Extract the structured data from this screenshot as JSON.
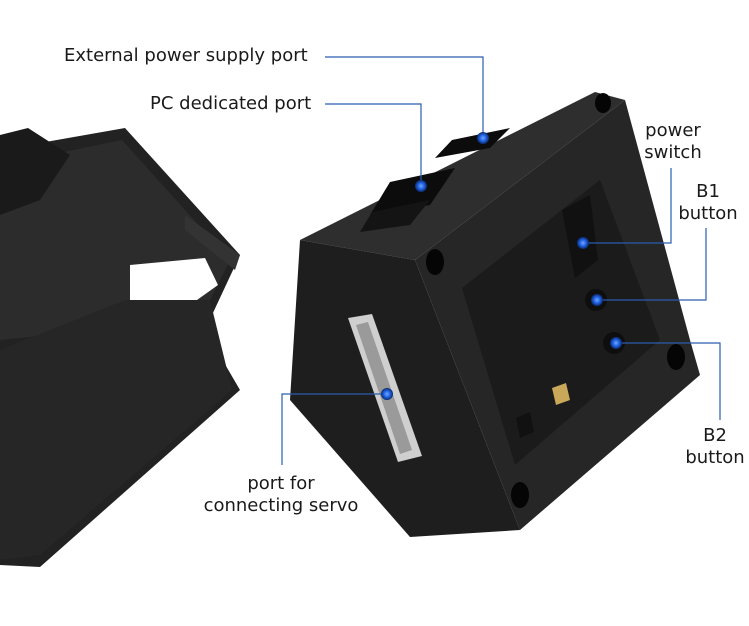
{
  "labels": {
    "external_power": "External power supply port",
    "pc_port": "PC dedicated port",
    "power_switch_line1": "power",
    "power_switch_line2": "switch",
    "b1_line1": "B1",
    "b1_line2": "button",
    "b2_line1": "B2",
    "b2_line2": "button",
    "servo_line1": "port for",
    "servo_line2": "connecting servo"
  },
  "colors": {
    "callout_line": "#2a5db0",
    "callout_dot": "#1f5fe0",
    "device_body": "#202020",
    "label_text": "#1a1a1a"
  }
}
